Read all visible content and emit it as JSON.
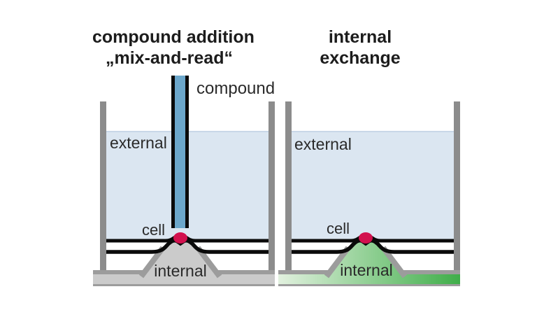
{
  "titles": {
    "left_line1": "compound addition",
    "left_line2": "„mix-and-read“",
    "right_line1": "internal",
    "right_line2": "exchange"
  },
  "left_panel": {
    "compound_label": "compound",
    "external_label": "external",
    "cell_label": "cell",
    "internal_label": "internal"
  },
  "right_panel": {
    "external_label": "external",
    "cell_label": "cell",
    "internal_label": "internal"
  },
  "colors": {
    "liquid-blue": "#dbe6f1",
    "liquid-surface": "#c9d7e8",
    "pipette-blue": "#6ca7cb",
    "cell-red": "#d2114e",
    "wall-gray": "#8c8c8c",
    "bar-light": "#cbcbcb",
    "edge-gray": "#9c9c9c",
    "line-black": "#0a0a0a",
    "green-light": "#e2f1df",
    "green-dark": "#3fae49",
    "text-dark": "#1c1c1c",
    "text-mid": "#2a2a2a"
  }
}
